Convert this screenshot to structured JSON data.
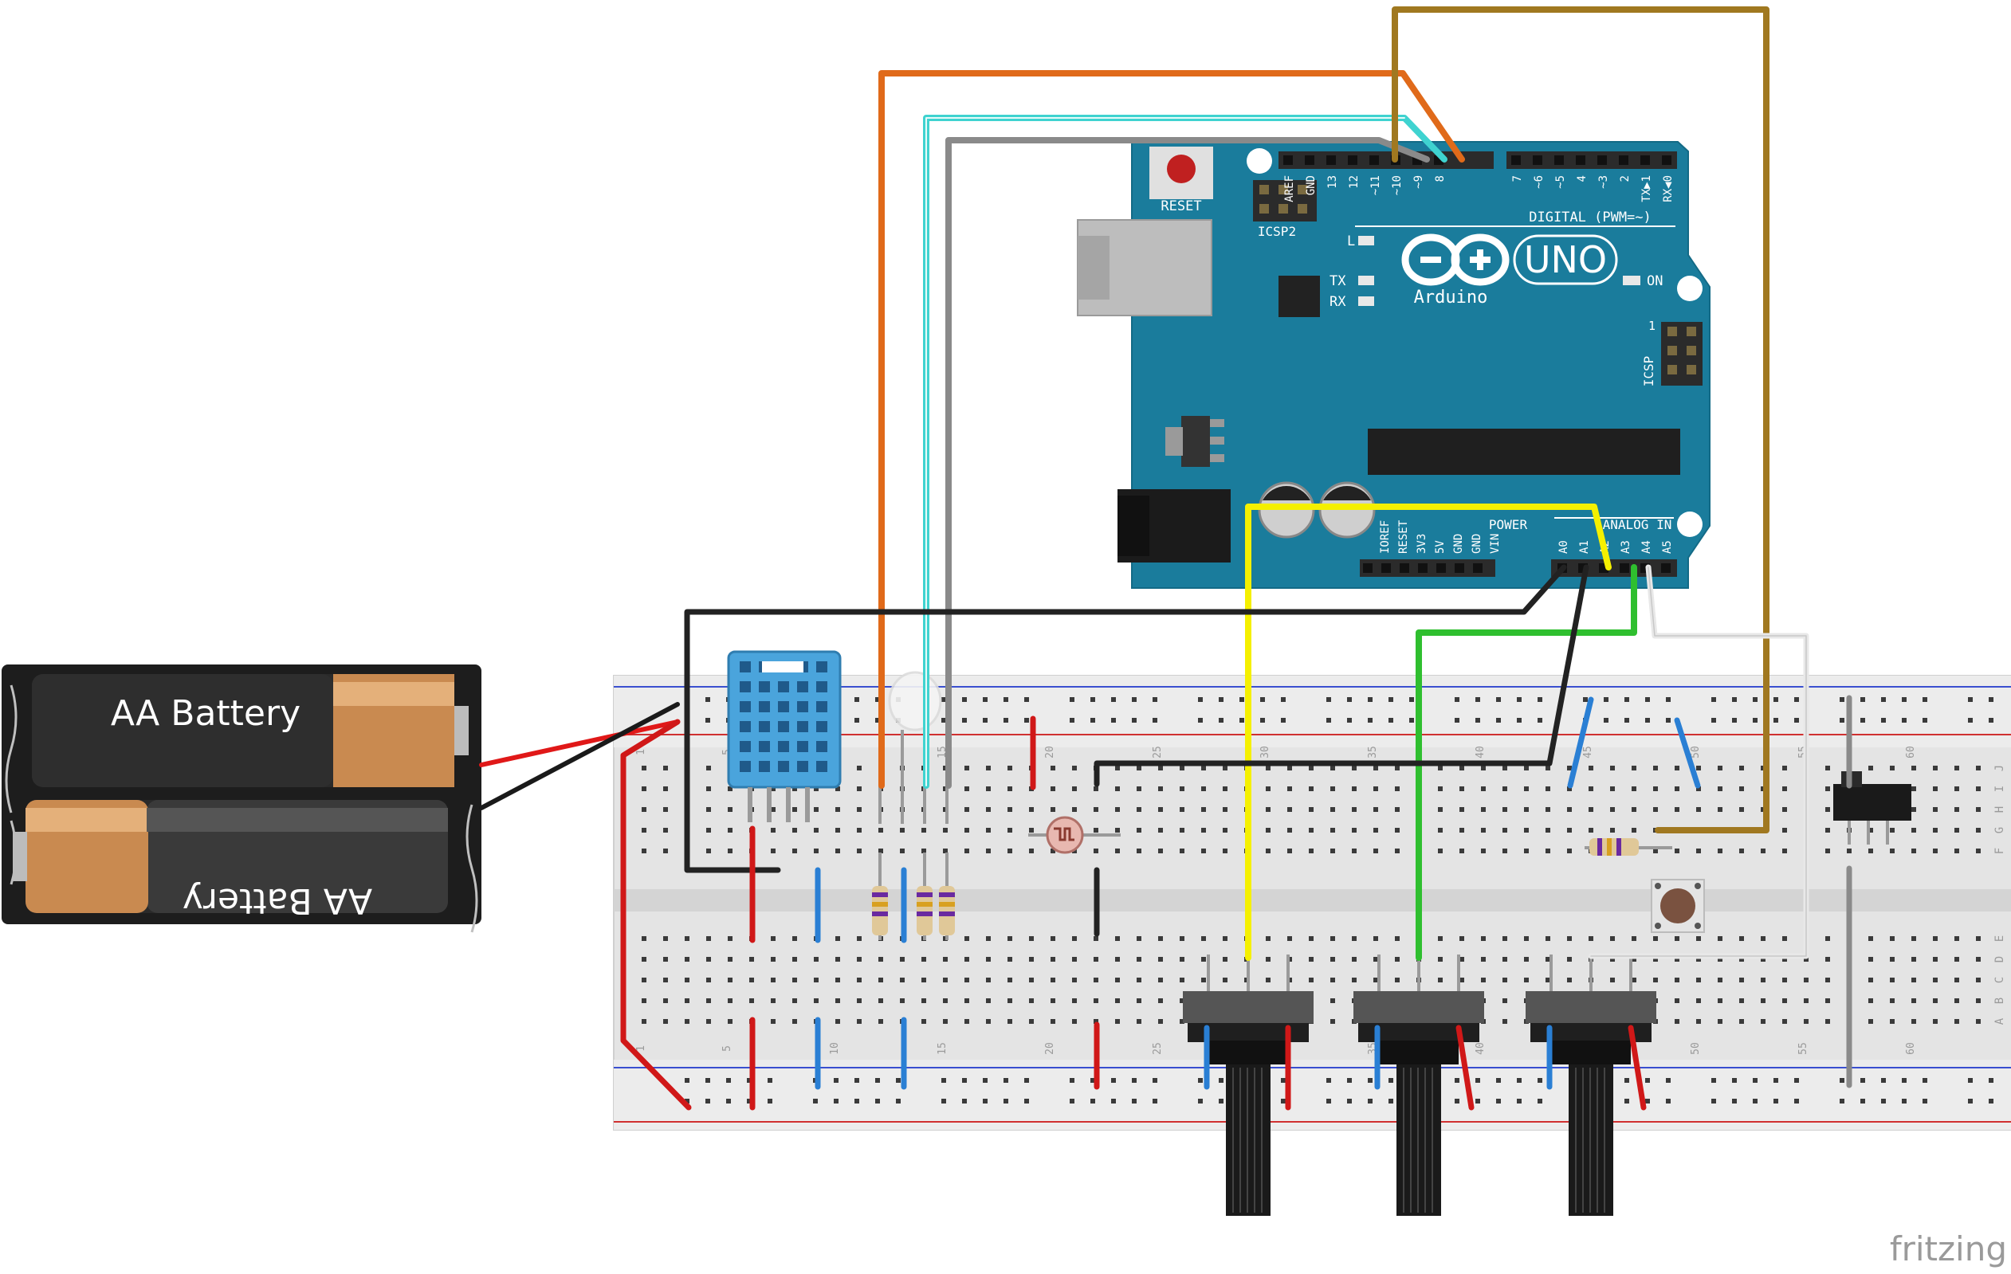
{
  "battery": {
    "label_top": "AA Battery",
    "label_bottom": "AA Battery"
  },
  "arduino": {
    "reset_label": "RESET",
    "icsp2_label": "ICSP2",
    "icsp_label": "ICSP",
    "icsp_pin1": "1",
    "led_l": "L",
    "led_tx": "TX",
    "led_rx": "RX",
    "led_on": "ON",
    "brand": "Arduino",
    "model": "UNO",
    "digital_label": "DIGITAL (PWM=~)",
    "power_label": "POWER",
    "analog_label": "ANALOG IN",
    "digital_pins_left": [
      "AREF",
      "GND",
      "13",
      "12",
      "~11",
      "~10",
      "~9",
      "8"
    ],
    "digital_pins_right": [
      "7",
      "~6",
      "~5",
      "4",
      "~3",
      "2",
      "TX▶1",
      "RX◀0"
    ],
    "power_pins": [
      "IOREF",
      "RESET",
      "3V3",
      "5V",
      "GND",
      "GND",
      "VIN"
    ],
    "analog_pins": [
      "A0",
      "A1",
      "A2",
      "A3",
      "A4",
      "A5"
    ]
  },
  "breadboard": {
    "col_numbers": [
      "1",
      "5",
      "10",
      "15",
      "20",
      "25",
      "30",
      "35",
      "40",
      "45",
      "50",
      "55",
      "60"
    ],
    "row_letters_top": [
      "J",
      "I",
      "H",
      "G",
      "F"
    ],
    "row_letters_bottom": [
      "E",
      "D",
      "C",
      "B",
      "A"
    ]
  },
  "watermark": "fritzing",
  "colors": {
    "arduino_board": "#1a7c9c",
    "wire_orange": "#e06a1a",
    "wire_cyan": "#3fd3d0",
    "wire_gray": "#8a8a8a",
    "wire_brown": "#a07820",
    "wire_yellow": "#f5f000",
    "wire_green": "#2fbf2f",
    "wire_black": "#222222",
    "wire_red": "#d01818",
    "wire_blue": "#2a7fd4",
    "wire_white": "#e8e8e8"
  }
}
